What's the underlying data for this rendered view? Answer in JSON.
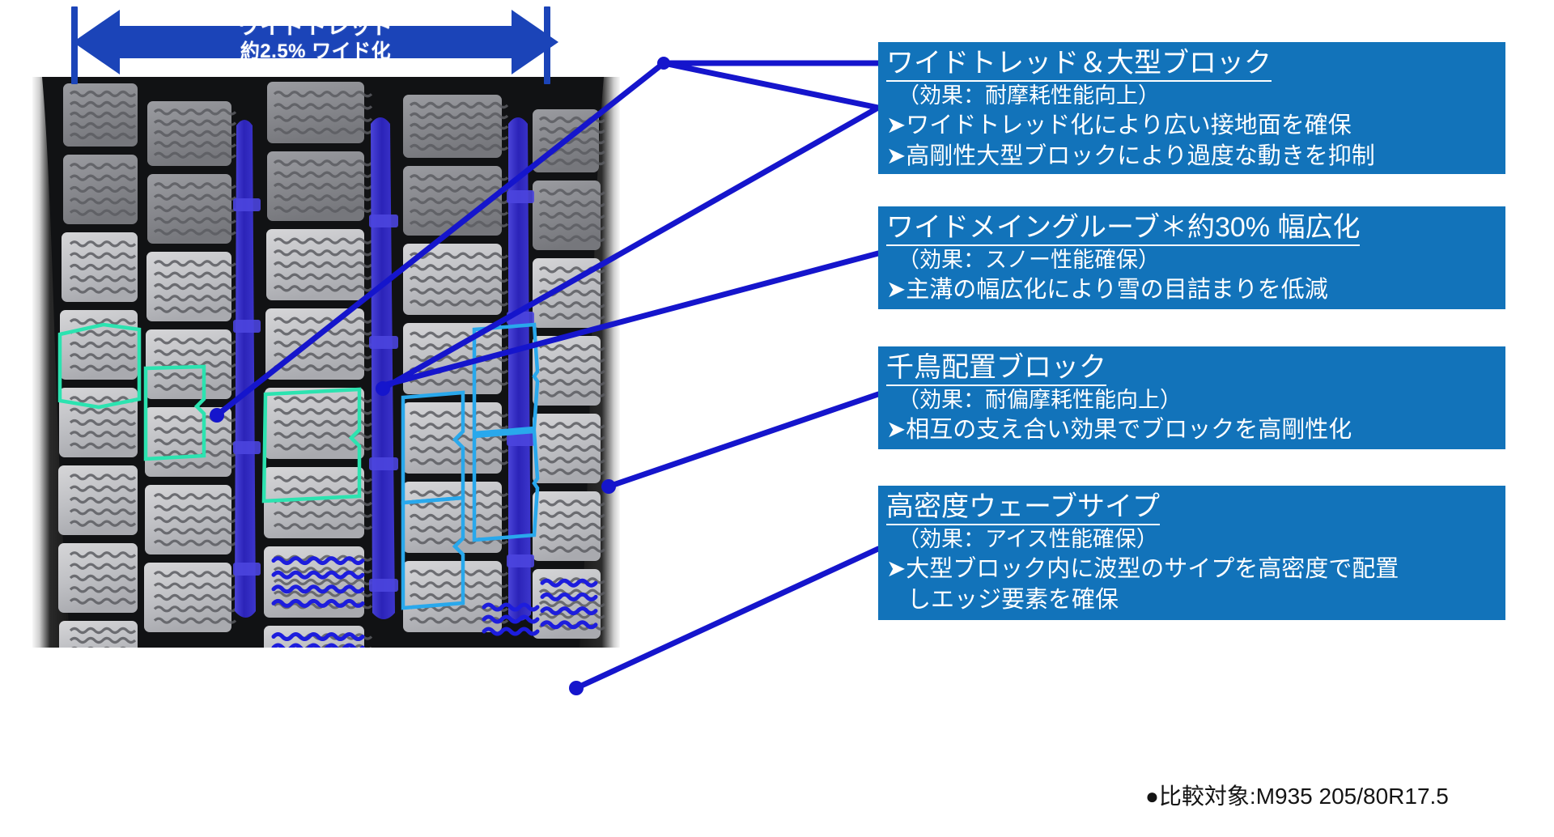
{
  "banner": {
    "line1": "ワイドトレッド",
    "line2": "約2.5%  ワイド化",
    "arrow_color": "#1b44b8"
  },
  "panels": [
    {
      "id": "panel-1",
      "title": "ワイドトレッド＆大型ブロック",
      "title_sup": "",
      "effect": "（効果：耐摩耗性能向上）",
      "bullets": [
        "➤ワイドトレッド化により広い接地面を確保",
        "➤高剛性大型ブロックにより過度な動きを抑制"
      ],
      "continuation": ""
    },
    {
      "id": "panel-2",
      "title": "ワイドメイングルーブ",
      "title_sup": "＊約30%  幅広化",
      "effect": "（効果：スノー性能確保）",
      "bullets": [
        "➤主溝の幅広化により雪の目詰まりを低減"
      ],
      "continuation": ""
    },
    {
      "id": "panel-3",
      "title": "千鳥配置ブロック",
      "title_sup": "",
      "effect": "（効果：耐偏摩耗性能向上）",
      "bullets": [
        "➤相互の支え合い効果でブロックを高剛性化"
      ],
      "continuation": ""
    },
    {
      "id": "panel-4",
      "title": "高密度ウェーブサイプ",
      "title_sup": "",
      "effect": "（効果：アイス性能確保）",
      "bullets": [
        "➤大型ブロック内に波型のサイプを高密度で配置"
      ],
      "continuation": "しエッジ要素を確保"
    }
  ],
  "footnote": "●比較対象:M935  205/80R17.5",
  "colors": {
    "panel_bg": "#1273ba",
    "panel_text": "#ffffff",
    "line": "#1515cc",
    "groove_highlight": "#3a34c8",
    "block_outline_teal": "#2ce3b0",
    "block_outline_cyan": "#29a8ec",
    "sipe_wave": "#1d1ddd",
    "footnote_text": "#141414"
  }
}
